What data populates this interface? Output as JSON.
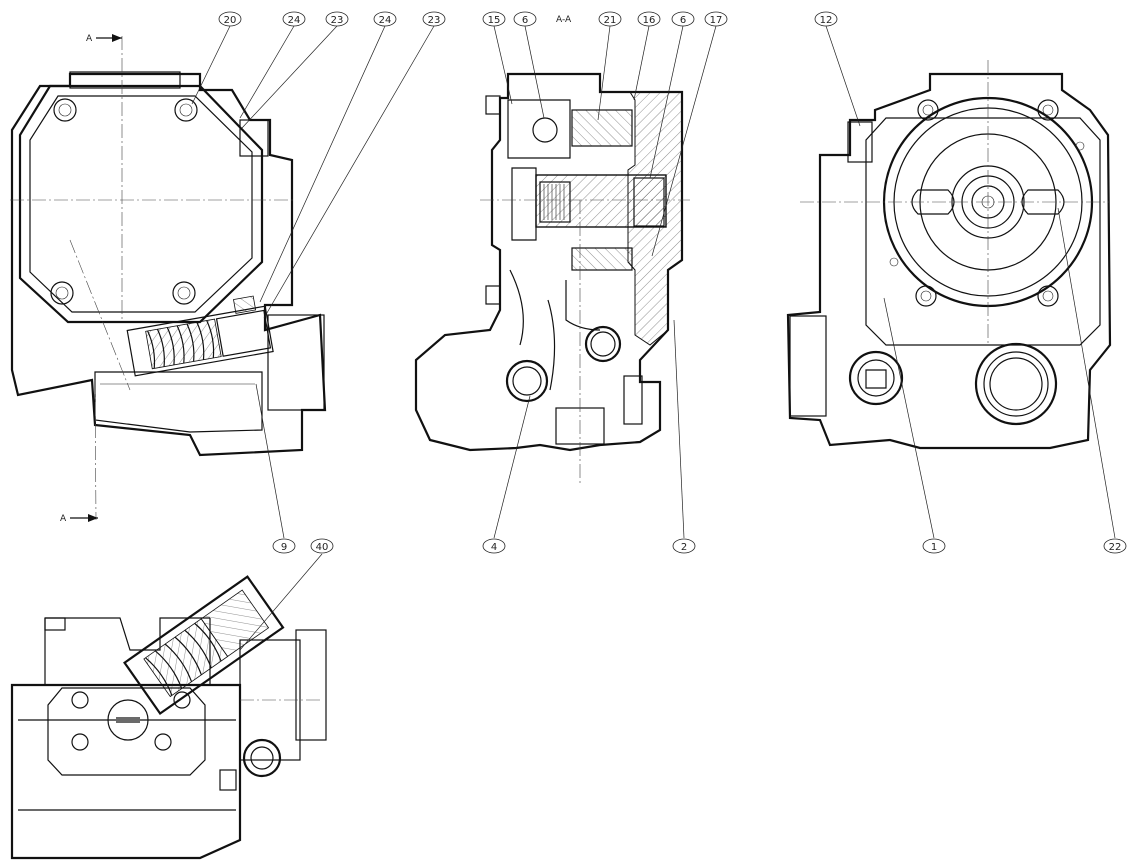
{
  "drawing": {
    "section_title": "A-A",
    "section_marker_top": "A",
    "section_marker_bottom": "A"
  },
  "callouts": {
    "c20": "20",
    "c24a": "24",
    "c23a": "23",
    "c24b": "24",
    "c23b": "23",
    "c15": "15",
    "c6a": "6",
    "c21": "21",
    "c16": "16",
    "c6b": "6",
    "c17": "17",
    "c12": "12",
    "c9": "9",
    "c4": "4",
    "c2": "2",
    "c1": "1",
    "c22": "22",
    "c40": "40"
  }
}
